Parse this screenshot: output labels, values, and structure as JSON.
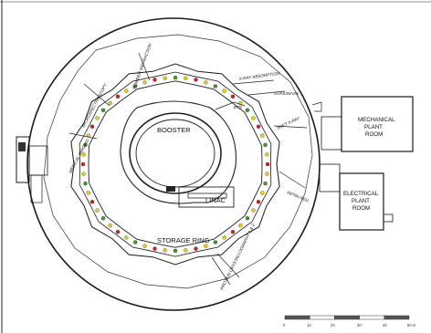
{
  "labels": {
    "booster": "BOOSTER",
    "linac": "LINAC",
    "storage_ring": "STORAGE RING",
    "bts": "BTS",
    "mechanical_room_1": "MECHANICAL",
    "mechanical_room_2": "PLANT",
    "mechanical_room_3": "ROOM",
    "electrical_room_1": "ELECTRICAL",
    "electrical_room_2": "PLANT",
    "electrical_room_3": "ROOM"
  },
  "beamlines": {
    "xray_absorption": "X-RAY ABSORPTION",
    "powder_diffraction": "POWDER DIFFRACTION",
    "saxs_waxs": "SAXS/WAXS",
    "soft_xray": "SOFT X-RAY",
    "infra_red": "INFRA-RED",
    "protein_crystallography": "PROTEIN CRYSTALLOGRAPHY 1 & 2",
    "microspectroscopy": "MICROSPECTROSCOPY",
    "medical_imaging": "MEDICAL IMAGING"
  },
  "scale": {
    "ticks": [
      "0",
      "10",
      "20",
      "30",
      "40",
      "50 m"
    ],
    "fraction_per_tick": 0.2
  },
  "colors": {
    "line": "#1a1a1a",
    "magnet_red": "#d42020",
    "magnet_yellow": "#e8d21a",
    "magnet_green": "#3a9a2a"
  }
}
